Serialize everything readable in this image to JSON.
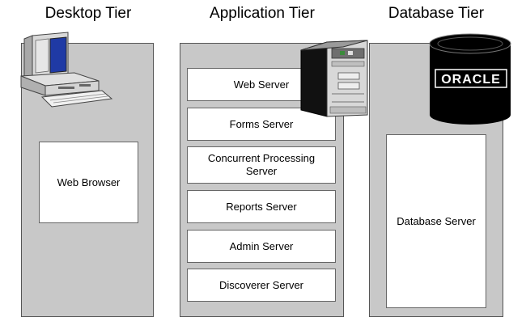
{
  "tiers": {
    "desktop": {
      "title": "Desktop Tier",
      "icon": "desktop-computer-icon",
      "components": [
        "Web Browser"
      ]
    },
    "application": {
      "title": "Application Tier",
      "icon": "server-tower-icon",
      "components": [
        "Web Server",
        "Forms Server",
        "Concurrent Processing Server",
        "Reports Server",
        "Admin Server",
        "Discoverer Server"
      ]
    },
    "database": {
      "title": "Database Tier",
      "icon": "oracle-database-cylinder-icon",
      "logo_text": "ORACLE",
      "components": [
        "Database Server"
      ]
    }
  },
  "colors": {
    "panel": "#c8c8c8",
    "box": "#ffffff",
    "screen": "#1f3aa5",
    "cylinder": "#000000"
  }
}
